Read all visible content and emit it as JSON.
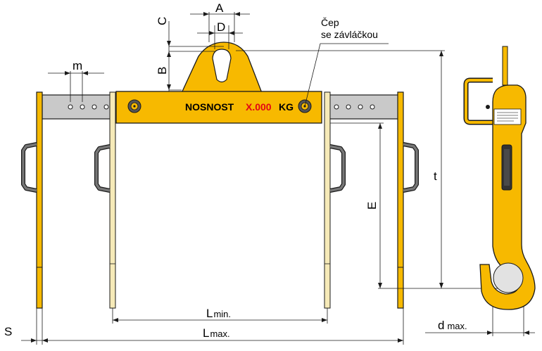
{
  "beam_label": {
    "prefix": "NOSNOST",
    "value": "X.000",
    "unit": "KG",
    "value_color": "#e30613"
  },
  "callout": {
    "line1": "Čep",
    "line2": "se závláčkou"
  },
  "dimensions": {
    "A": "A",
    "C": "C",
    "D": "D",
    "B": "B",
    "m": "m",
    "t": "t",
    "E": "E",
    "S": "S",
    "l_min_main": "L",
    "l_min_sub": "min.",
    "l_max_main": "L",
    "l_max_sub": "max.",
    "d_max_main": "d",
    "d_max_sub": "max."
  },
  "colors": {
    "yellow": "#f7b900",
    "grey_beam": "#c8c8c8",
    "outline": "#1a1a1a",
    "red": "#e30613"
  }
}
